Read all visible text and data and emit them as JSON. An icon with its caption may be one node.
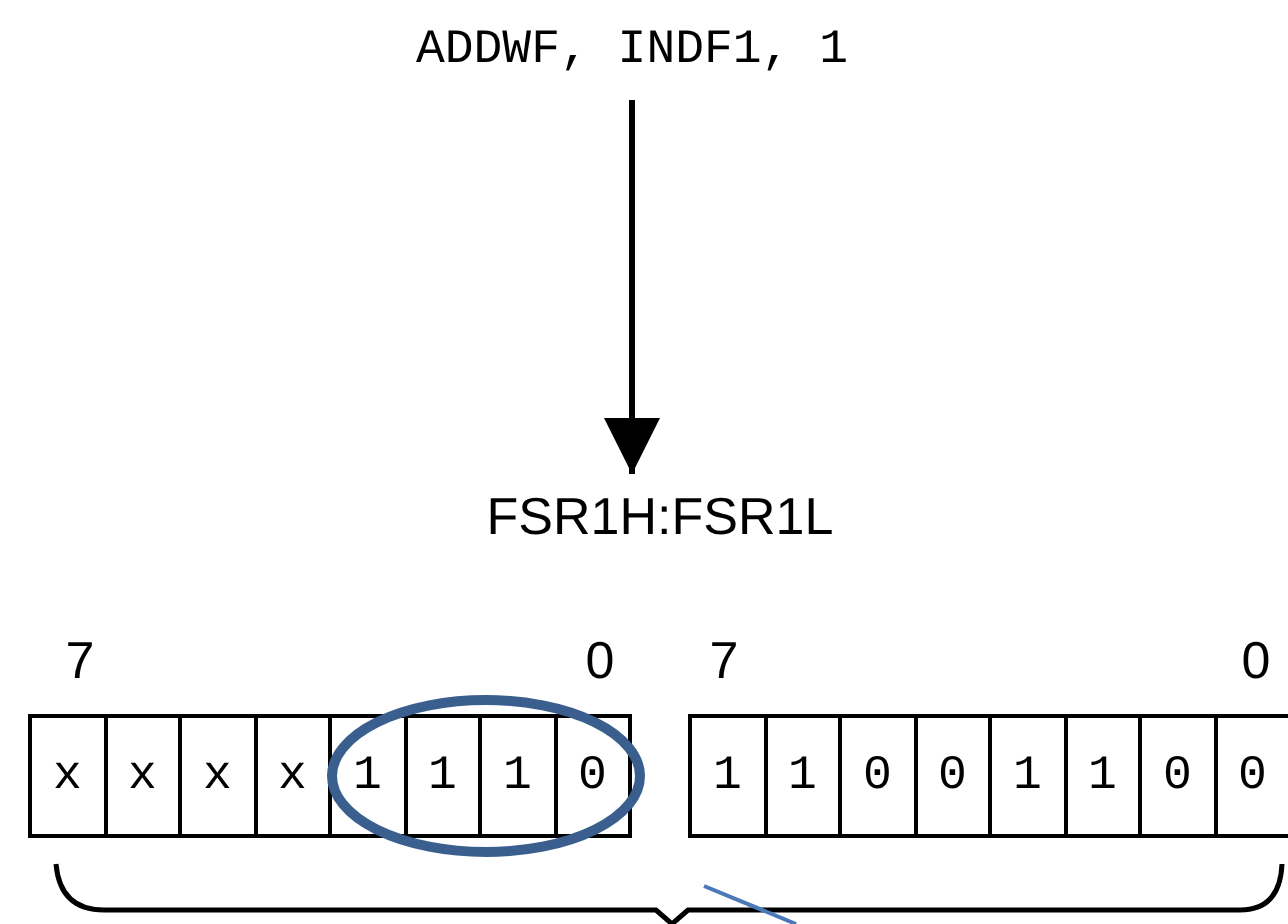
{
  "diagram": {
    "nodes": [
      {
        "text": [
          "ADDWF, INDF1, 1"
        ]
      },
      {
        "text": [
          "FSR1H:FSR1L"
        ]
      }
    ],
    "edges": [
      {
        "from": 0,
        "to": 1,
        "arrow": "to"
      }
    ],
    "labels": [
      "7",
      "0",
      "7",
      "0",
      "x",
      "x",
      "x",
      "x",
      "1",
      "1",
      "1",
      "0",
      "1",
      "1",
      "0",
      "0",
      "1",
      "1",
      "0",
      "0"
    ]
  }
}
